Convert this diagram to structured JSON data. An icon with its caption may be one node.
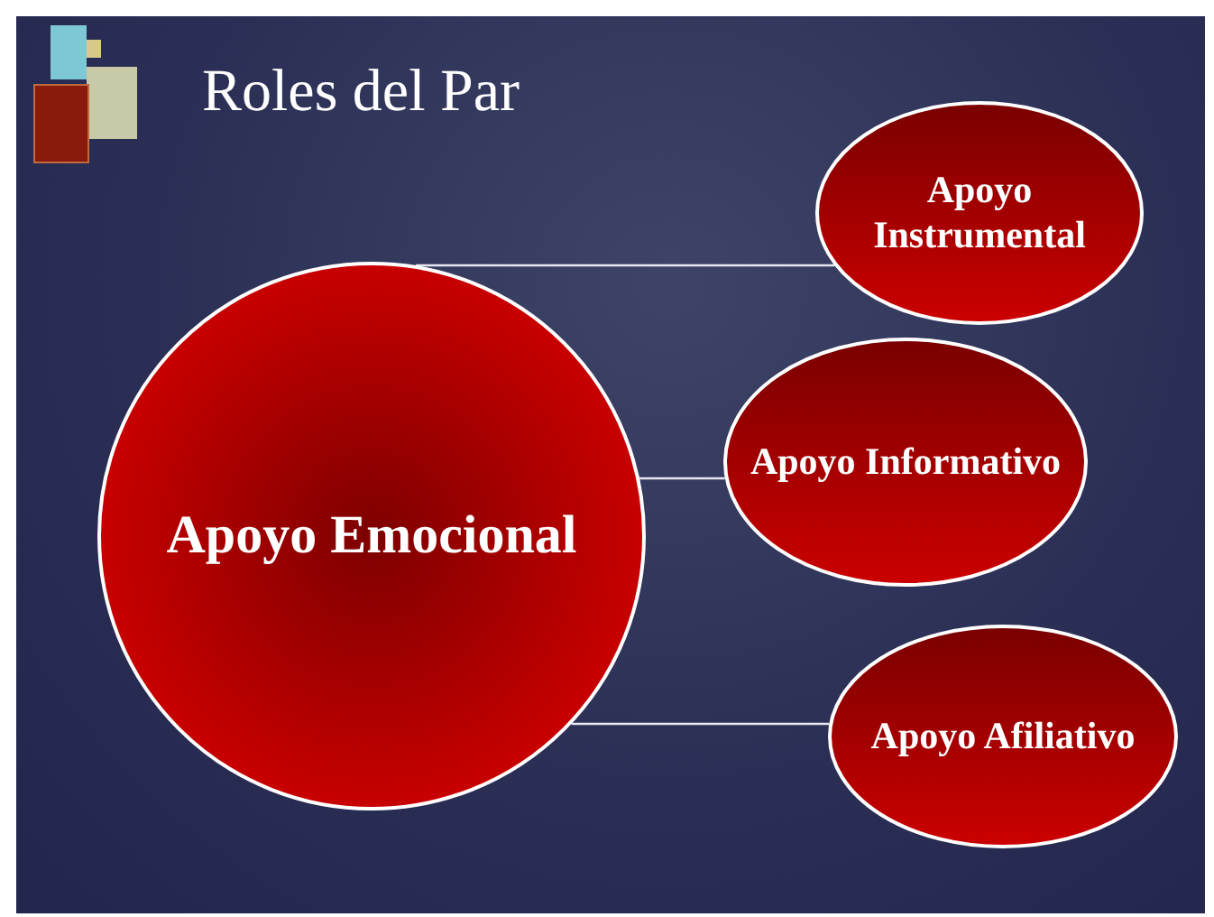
{
  "diagram": {
    "title": "Roles del Par",
    "nodes": [
      {
        "text": [
          "Apoyo Emocional"
        ]
      },
      {
        "text": [
          "Apoyo Instrumental"
        ]
      },
      {
        "text": [
          "Apoyo Informativo"
        ]
      },
      {
        "text": [
          "Apoyo Afiliativo"
        ]
      }
    ],
    "edges": [
      {
        "from": 0,
        "to": 1,
        "arrow": "none"
      },
      {
        "from": 0,
        "to": 2,
        "arrow": "none"
      },
      {
        "from": 0,
        "to": 3,
        "arrow": "none"
      }
    ]
  }
}
